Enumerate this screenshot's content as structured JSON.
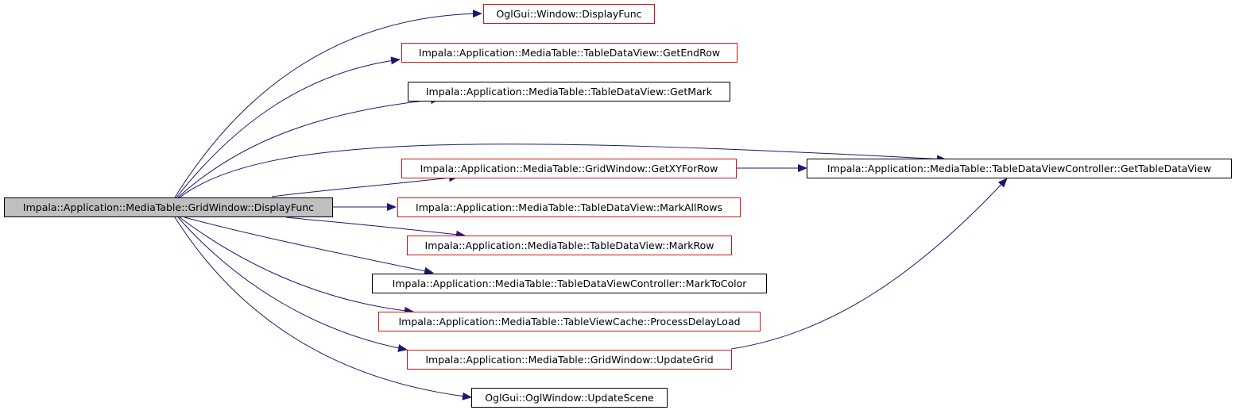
{
  "colors": {
    "edge": "#191970",
    "documented_border": "#d11414",
    "undocumented_border": "#000000",
    "root_fill": "#bfbfbf"
  },
  "nodes": {
    "root": {
      "label": "Impala::Application::MediaTable::GridWindow::DisplayFunc",
      "style": "root"
    },
    "window_displayfunc": {
      "label": "OglGui::Window::DisplayFunc",
      "style": "red"
    },
    "getendrow": {
      "label": "Impala::Application::MediaTable::TableDataView::GetEndRow",
      "style": "red"
    },
    "getmark": {
      "label": "Impala::Application::MediaTable::TableDataView::GetMark",
      "style": "black"
    },
    "getxyforrow": {
      "label": "Impala::Application::MediaTable::GridWindow::GetXYForRow",
      "style": "red"
    },
    "gettabledataview": {
      "label": "Impala::Application::MediaTable::TableDataViewController::GetTableDataView",
      "style": "black"
    },
    "markallrows": {
      "label": "Impala::Application::MediaTable::TableDataView::MarkAllRows",
      "style": "red"
    },
    "markrow": {
      "label": "Impala::Application::MediaTable::TableDataView::MarkRow",
      "style": "red"
    },
    "marktocolor": {
      "label": "Impala::Application::MediaTable::TableDataViewController::MarkToColor",
      "style": "black"
    },
    "processdelayload": {
      "label": "Impala::Application::MediaTable::TableViewCache::ProcessDelayLoad",
      "style": "red"
    },
    "updategrid": {
      "label": "Impala::Application::MediaTable::GridWindow::UpdateGrid",
      "style": "red"
    },
    "updatescene": {
      "label": "OglGui::OglWindow::UpdateScene",
      "style": "black"
    }
  }
}
